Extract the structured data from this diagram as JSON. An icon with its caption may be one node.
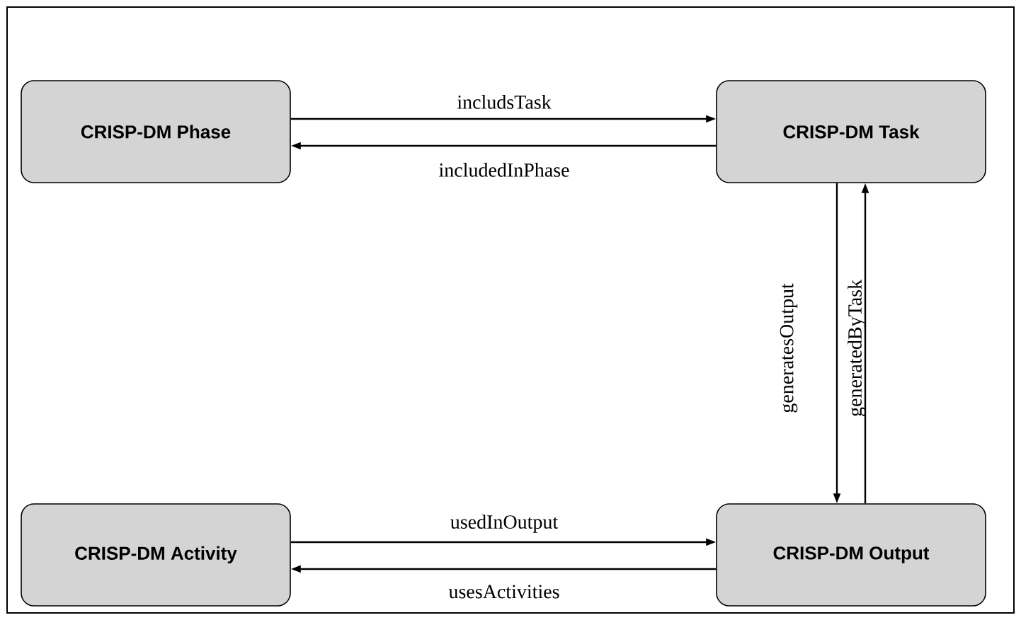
{
  "diagram": {
    "nodes": [
      {
        "text": [
          "CRISP-DM Phase"
        ]
      },
      {
        "text": [
          "CRISP-DM Task"
        ]
      },
      {
        "text": [
          "CRISP-DM Activity"
        ]
      },
      {
        "text": [
          "CRISP-DM Output"
        ]
      }
    ],
    "edges": [
      {
        "from": 0,
        "to": 1,
        "arrow": "to",
        "label": "includsTask"
      },
      {
        "from": 1,
        "to": 0,
        "arrow": "to",
        "label": "includedInPhase"
      },
      {
        "from": 1,
        "to": 3,
        "arrow": "to",
        "label": "generatesOutput"
      },
      {
        "from": 3,
        "to": 1,
        "arrow": "to",
        "label": "generatedByTask"
      },
      {
        "from": 2,
        "to": 3,
        "arrow": "to",
        "label": "usedInOutput"
      },
      {
        "from": 3,
        "to": 2,
        "arrow": "to",
        "label": "usesActivities"
      }
    ]
  }
}
